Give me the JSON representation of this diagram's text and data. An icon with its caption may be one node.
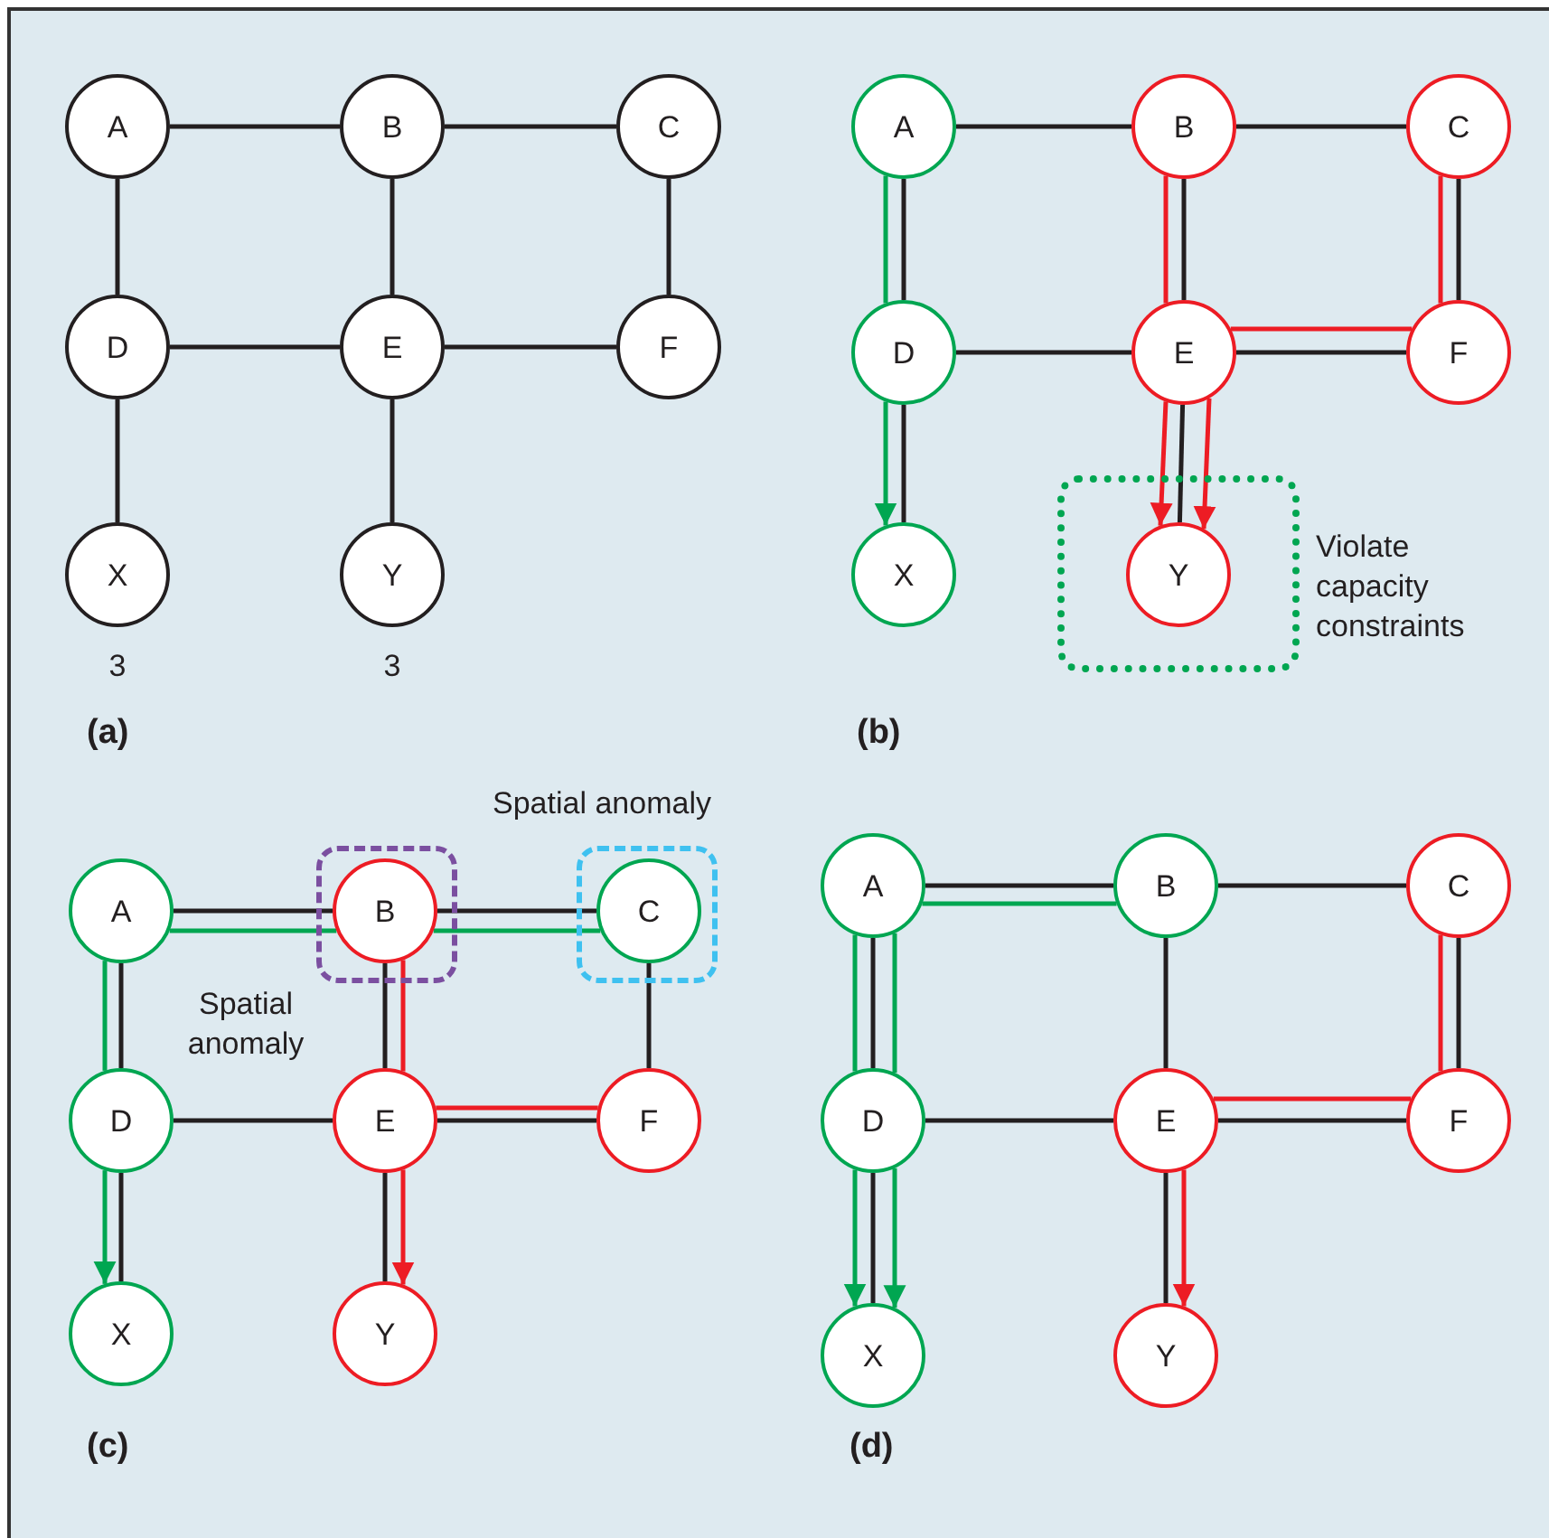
{
  "diagram": {
    "nodes": [
      {
        "text": [
          "A"
        ]
      },
      {
        "text": [
          "B"
        ]
      },
      {
        "text": [
          "C"
        ]
      },
      {
        "text": [
          "D"
        ]
      },
      {
        "text": [
          "E"
        ]
      },
      {
        "text": [
          "F"
        ]
      },
      {
        "text": [
          "X"
        ],
        "beside": [
          "3"
        ]
      },
      {
        "text": [
          "Y"
        ],
        "beside": [
          "3"
        ]
      },
      {
        "text": [
          "A"
        ]
      },
      {
        "text": [
          "B"
        ]
      },
      {
        "text": [
          "C"
        ]
      },
      {
        "text": [
          "D"
        ]
      },
      {
        "text": [
          "E"
        ]
      },
      {
        "text": [
          "F"
        ]
      },
      {
        "text": [
          "X"
        ]
      },
      {
        "text": [
          "Violate capacity constraints"
        ]
      },
      {
        "text": [
          "Y"
        ],
        "in": 15
      },
      {
        "text": [
          "A"
        ]
      },
      {
        "text": [
          "Spatial anomaly"
        ]
      },
      {
        "text": [
          "B"
        ],
        "in": 18
      },
      {
        "text": [
          "Spatial anomaly"
        ]
      },
      {
        "text": [
          "C"
        ],
        "in": 20
      },
      {
        "text": [
          "D"
        ]
      },
      {
        "text": [
          "E"
        ]
      },
      {
        "text": [
          "F"
        ]
      },
      {
        "text": [
          "X"
        ]
      },
      {
        "text": [
          "Y"
        ]
      },
      {
        "text": [
          "A"
        ]
      },
      {
        "text": [
          "B"
        ]
      },
      {
        "text": [
          "C"
        ]
      },
      {
        "text": [
          "D"
        ]
      },
      {
        "text": [
          "E"
        ]
      },
      {
        "text": [
          "F"
        ]
      },
      {
        "text": [
          "X"
        ]
      },
      {
        "text": [
          "Y"
        ]
      }
    ],
    "edges": [
      {
        "from": 0,
        "to": 1,
        "arrow": "none"
      },
      {
        "from": 1,
        "to": 2,
        "arrow": "none"
      },
      {
        "from": 0,
        "to": 3,
        "arrow": "none"
      },
      {
        "from": 1,
        "to": 4,
        "arrow": "none"
      },
      {
        "from": 2,
        "to": 5,
        "arrow": "none"
      },
      {
        "from": 3,
        "to": 4,
        "arrow": "none"
      },
      {
        "from": 4,
        "to": 5,
        "arrow": "none"
      },
      {
        "from": 3,
        "to": 6,
        "arrow": "none"
      },
      {
        "from": 4,
        "to": 7,
        "arrow": "none"
      },
      {
        "from": 8,
        "to": 9,
        "arrow": "none"
      },
      {
        "from": 9,
        "to": 10,
        "arrow": "none"
      },
      {
        "from": 8,
        "to": 11,
        "arrow": "none"
      },
      {
        "from": 9,
        "to": 12,
        "arrow": "none"
      },
      {
        "from": 10,
        "to": 13,
        "arrow": "none"
      },
      {
        "from": 11,
        "to": 12,
        "arrow": "none"
      },
      {
        "from": 12,
        "to": 13,
        "arrow": "none"
      },
      {
        "from": 11,
        "to": 14,
        "arrow": "none"
      },
      {
        "from": 12,
        "to": 16,
        "arrow": "none"
      },
      {
        "from": 8,
        "to": 11,
        "arrow": "none",
        "color": "#00a651"
      },
      {
        "from": 11,
        "to": 14,
        "arrow": "to",
        "color": "#00a651"
      },
      {
        "from": 9,
        "to": 12,
        "arrow": "none",
        "color": "#ed1c24"
      },
      {
        "from": 12,
        "to": 16,
        "arrow": "to",
        "color": "#ed1c24"
      },
      {
        "from": 10,
        "to": 13,
        "arrow": "none",
        "color": "#ed1c24"
      },
      {
        "from": 13,
        "to": 12,
        "arrow": "none",
        "color": "#ed1c24"
      },
      {
        "from": 12,
        "to": 16,
        "arrow": "to",
        "color": "#ed1c24"
      },
      {
        "from": 17,
        "to": 19,
        "arrow": "none"
      },
      {
        "from": 19,
        "to": 21,
        "arrow": "none"
      },
      {
        "from": 17,
        "to": 22,
        "arrow": "none"
      },
      {
        "from": 19,
        "to": 23,
        "arrow": "none"
      },
      {
        "from": 21,
        "to": 24,
        "arrow": "none"
      },
      {
        "from": 22,
        "to": 23,
        "arrow": "none"
      },
      {
        "from": 23,
        "to": 24,
        "arrow": "none"
      },
      {
        "from": 22,
        "to": 25,
        "arrow": "none"
      },
      {
        "from": 23,
        "to": 26,
        "arrow": "none"
      },
      {
        "from": 17,
        "to": 19,
        "arrow": "none",
        "color": "#00a651"
      },
      {
        "from": 19,
        "to": 21,
        "arrow": "none",
        "color": "#00a651"
      },
      {
        "from": 17,
        "to": 22,
        "arrow": "none",
        "color": "#00a651"
      },
      {
        "from": 22,
        "to": 25,
        "arrow": "to",
        "color": "#00a651"
      },
      {
        "from": 19,
        "to": 23,
        "arrow": "none",
        "color": "#ed1c24"
      },
      {
        "from": 24,
        "to": 23,
        "arrow": "none",
        "color": "#ed1c24"
      },
      {
        "from": 23,
        "to": 26,
        "arrow": "to",
        "color": "#ed1c24"
      },
      {
        "from": 27,
        "to": 28,
        "arrow": "none"
      },
      {
        "from": 28,
        "to": 29,
        "arrow": "none"
      },
      {
        "from": 27,
        "to": 30,
        "arrow": "none"
      },
      {
        "from": 28,
        "to": 31,
        "arrow": "none"
      },
      {
        "from": 29,
        "to": 32,
        "arrow": "none"
      },
      {
        "from": 30,
        "to": 31,
        "arrow": "none"
      },
      {
        "from": 31,
        "to": 32,
        "arrow": "none"
      },
      {
        "from": 30,
        "to": 33,
        "arrow": "none"
      },
      {
        "from": 31,
        "to": 34,
        "arrow": "none"
      },
      {
        "from": 27,
        "to": 30,
        "arrow": "none",
        "color": "#00a651"
      },
      {
        "from": 30,
        "to": 33,
        "arrow": "to",
        "color": "#00a651"
      },
      {
        "from": 28,
        "to": 27,
        "arrow": "none",
        "color": "#00a651"
      },
      {
        "from": 27,
        "to": 30,
        "arrow": "none",
        "color": "#00a651"
      },
      {
        "from": 30,
        "to": 33,
        "arrow": "to",
        "color": "#00a651"
      },
      {
        "from": 29,
        "to": 32,
        "arrow": "none",
        "color": "#ed1c24"
      },
      {
        "from": 32,
        "to": 31,
        "arrow": "none",
        "color": "#ed1c24"
      },
      {
        "from": 31,
        "to": 34,
        "arrow": "to",
        "color": "#ed1c24"
      }
    ],
    "labels": [
      "(a)",
      "(b)",
      "(c)",
      "(d)"
    ]
  }
}
